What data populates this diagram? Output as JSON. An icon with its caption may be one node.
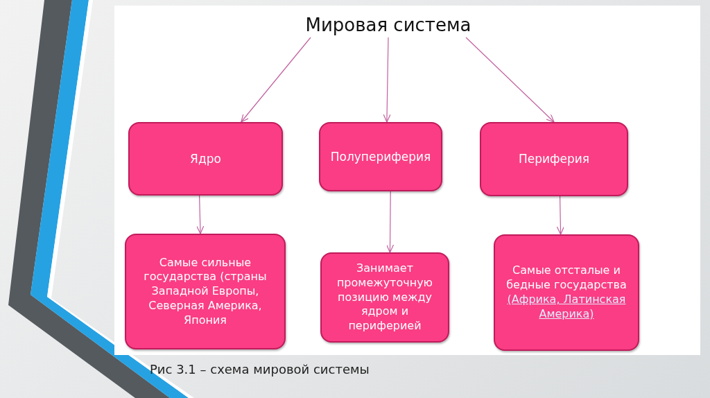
{
  "diagram": {
    "caption": "Рис 3.1 – схема мировой системы",
    "nodes": [
      {
        "text": [
          "Мировая система"
        ]
      },
      {
        "text": [
          "Ядро"
        ]
      },
      {
        "text": [
          "Полупериферия"
        ]
      },
      {
        "text": [
          "Периферия"
        ]
      },
      {
        "text": [
          "Самые сильные государства (страны Западной Европы, Северная Америка, Япония"
        ]
      },
      {
        "text": [
          "Занимает промежуточную позицию между ядром и периферией"
        ]
      },
      {
        "text": [
          "Самые отсталые и бедные государства",
          "(Африка, Латинская Америка)"
        ]
      }
    ],
    "edges": [
      {
        "from": 0,
        "to": 1,
        "arrow": "to"
      },
      {
        "from": 0,
        "to": 2,
        "arrow": "to"
      },
      {
        "from": 0,
        "to": 3,
        "arrow": "to"
      },
      {
        "from": 1,
        "to": 4,
        "arrow": "to"
      },
      {
        "from": 2,
        "to": 5,
        "arrow": "to"
      },
      {
        "from": 3,
        "to": 6,
        "arrow": "to"
      }
    ]
  }
}
